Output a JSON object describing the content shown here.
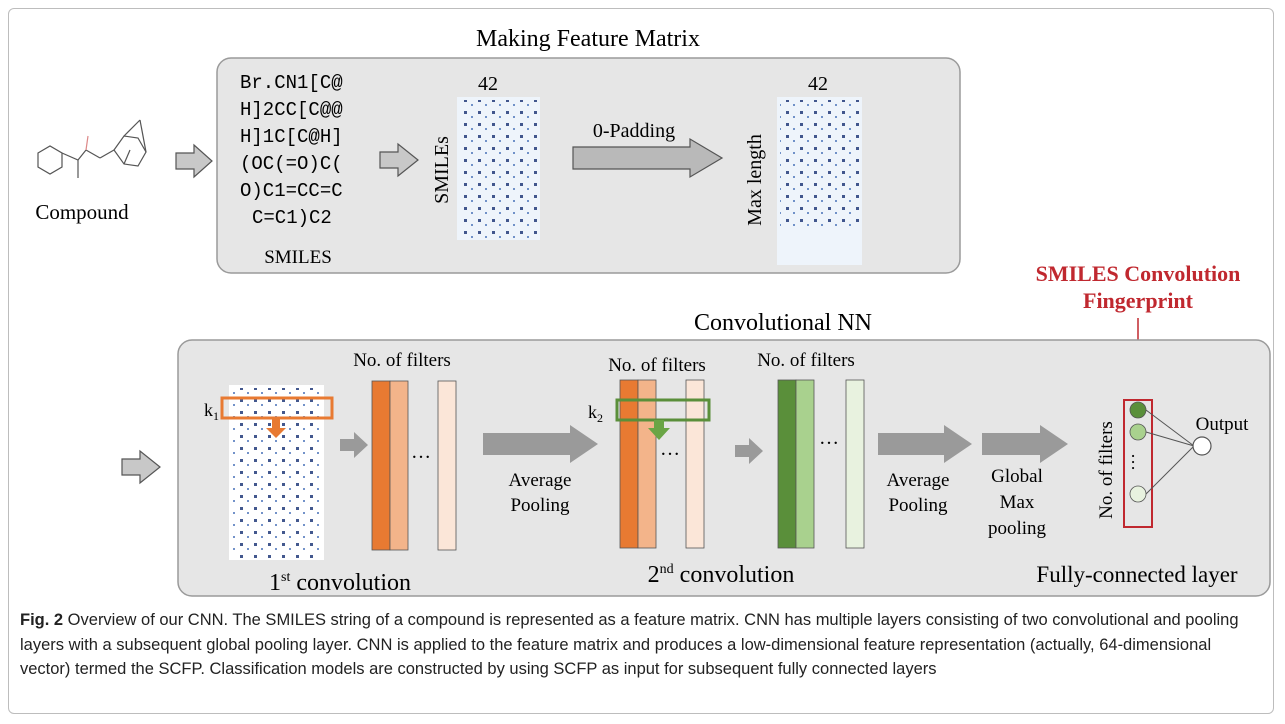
{
  "top": {
    "title": "Making Feature Matrix",
    "compound_label": "Compound",
    "smiles_lines": [
      "Br.CN1[C@",
      "H]2CC[C@@",
      "H]1C[C@H]",
      "(OC(=O)C(",
      "O)C1=CC=C",
      "C=C1)C2"
    ],
    "smiles_label": "SMILES",
    "matrix_width_1": "42",
    "matrix_axis_1": "SMILEs",
    "padding_label": "0-Padding",
    "matrix_width_2": "42",
    "matrix_axis_2": "Max length"
  },
  "bottom": {
    "title": "Convolutional NN",
    "scfp_line1": "SMILES Convolution",
    "scfp_line2": "Fingerprint",
    "k1_label": "k",
    "k1_sub": "1",
    "k2_label": "k",
    "k2_sub": "2",
    "filters_1": "No. of filters",
    "filters_2": "No. of filters",
    "filters_3": "No. of filters",
    "filters_4": "No. of filters",
    "ellipsis": "…",
    "avg_pool_1_a": "Average",
    "avg_pool_1_b": "Pooling",
    "avg_pool_2_a": "Average",
    "avg_pool_2_b": "Pooling",
    "gmp_a": "Global",
    "gmp_b": "Max",
    "gmp_c": "pooling",
    "output_label": "Output",
    "conv1_prefix": "1",
    "conv1_sup": "st",
    "conv1_suffix": " convolution",
    "conv2_prefix": "2",
    "conv2_sup": "nd",
    "conv2_suffix": " convolution",
    "fc_label": "Fully-connected layer"
  },
  "caption": {
    "fig_label": "Fig. 2",
    "text": " Overview of our CNN. The SMILES string of a compound is represented as a feature matrix. CNN has multiple layers consisting of two convolutional and pooling layers with a subsequent global pooling layer. CNN is applied to the feature matrix and produces a low-dimensional feature representation (actually, 64-dimensional vector) termed the SCFP. Classification models are constructed by using SCFP as input for subsequent fully connected layers"
  },
  "colors": {
    "panel_fill": "#e6e6e6",
    "orange": "#e87a32",
    "orange_light": "#f3b48a",
    "orange_pale": "#fbe6d8",
    "green": "#5a8f3a",
    "green_light": "#a9d18e",
    "green_pale": "#e8f2df",
    "red": "#c0282f",
    "arrow_gray": "#9a9a9a"
  }
}
